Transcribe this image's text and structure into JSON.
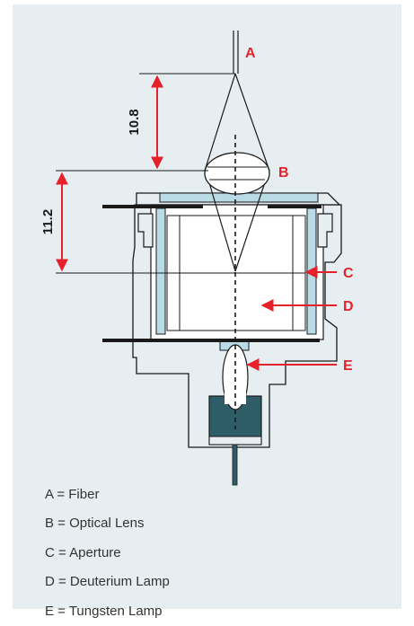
{
  "diagram": {
    "dimensions": {
      "fiber_to_lens": "10.8",
      "lens_to_aperture": "11.2"
    },
    "callouts": {
      "a": "A",
      "b": "B",
      "c": "C",
      "d": "D",
      "e": "E"
    },
    "colors": {
      "background": "#e6eef1",
      "callout": "#e5222b",
      "glass": "#b8dbe6",
      "lamp_body": "#2e5d68",
      "outline": "#1a1a1a"
    }
  },
  "legend": {
    "items": [
      "A = Fiber",
      "B = Optical Lens",
      "C = Aperture",
      "D = Deuterium Lamp",
      "E = Tungsten Lamp"
    ]
  }
}
